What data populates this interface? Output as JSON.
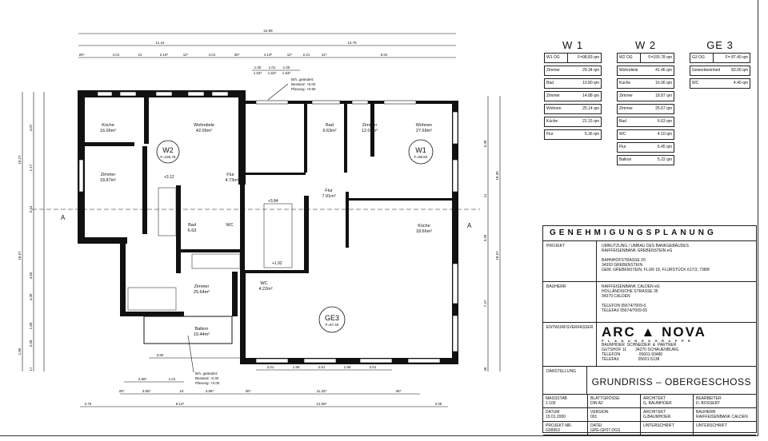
{
  "tables": {
    "w1": {
      "title": "W 1",
      "header": {
        "label": "W1 OG",
        "value": "F=98,83 qm"
      },
      "rows": [
        {
          "label": "Zimmer",
          "value": "29.34 qm"
        },
        {
          "label": "Bad",
          "value": "10.80 qm"
        },
        {
          "label": "Zimmer",
          "value": "14.88 qm"
        },
        {
          "label": "Wohnen",
          "value": "25.14 qm"
        },
        {
          "label": "Küche",
          "value": "21.15 qm"
        },
        {
          "label": "Flur",
          "value": "6.36 qm"
        }
      ]
    },
    "w2": {
      "title": "W 2",
      "header": {
        "label": "W2 OG",
        "value": "F=155.78 qm"
      },
      "rows": [
        {
          "label": "Wohndiele",
          "value": "41.46 qm"
        },
        {
          "label": "Küche",
          "value": "16.06 qm"
        },
        {
          "label": "Zimmer",
          "value": "18.87 qm"
        },
        {
          "label": "Zimmer",
          "value": "25.67 qm"
        },
        {
          "label": "Bad",
          "value": "6.63 qm"
        },
        {
          "label": "WC",
          "value": "4.10 qm"
        },
        {
          "label": "Flur",
          "value": "6.45 qm"
        },
        {
          "label": "Balkon",
          "value": "5.22 qm"
        }
      ]
    },
    "ge3": {
      "title": "GE 3",
      "header": {
        "label": "G3 OG",
        "value": "F= 87.40 qm"
      },
      "rows": [
        {
          "label": "Gewerbeeinheit",
          "value": "83.00 qm"
        },
        {
          "label": "WC",
          "value": "4.40 qm"
        }
      ]
    }
  },
  "title_block": {
    "heading": "GENEHMIGUNGSPLANUNG",
    "projekt_label": "PROJEKT",
    "projekt": [
      "UMNUTZUNG / UMBAU DES BANKGEBÄUDES",
      "RAIFFEISENBANK GREBENSTEIN eG",
      "",
      "BAHNHOFSTRASSE 20",
      "34393 GREBENSTEIN",
      "GEM. GREBENSTEIN, FLUR 18, FLURSTÜCK 617/3, 738/8"
    ],
    "bauherr_label": "BAUHERR",
    "bauherr": [
      "RAIFFEISENBANK CALDEN eG",
      "HOLLÄNDISCHE STRASSE 35",
      "34379 CALDEN",
      "",
      "TELEFON 05674/7009-0",
      "TELEFAX 05674/7009-55"
    ],
    "entwurf_label": "ENTWURFSVERFASSER",
    "logo": "ARC ▲ NOVA",
    "logo_sub": "PLANUNGSGRUPPE",
    "entwurf": [
      "BAUMHOER  SCHNEIDER  &  PARTNER",
      "GUTSHOF 11        34270 SCHAUENBURG",
      "TELEFON                 05601-93480",
      "TELEFAX                 05601-5138"
    ],
    "darstellung_label": "DARSTELLUNG",
    "darstellung": "GRUNDRISS  –  OBERGESCHOSS",
    "grid": [
      [
        "MASSSTAB",
        "1:100"
      ],
      [
        "BLATTGRÖSSE",
        "DIN A2"
      ],
      [
        "ARCHITEKT",
        "G. BAUMHOER"
      ],
      [
        "BEARBEITER",
        "D. BOSSERT"
      ],
      [
        "DATUM",
        "15.01.2000"
      ],
      [
        "VERSION",
        "001"
      ],
      [
        "ARCHITEKT",
        "G.BAUMHOER"
      ],
      [
        "BAUHERR",
        "RAIFFEISENBANK CALDEN"
      ],
      [
        "PROJEKT-NR.",
        "G99953"
      ],
      [
        "DATEI",
        "GPE-GP07.DGS"
      ],
      [
        "UNTERSCHRIFT",
        ""
      ],
      [
        "UNTERSCHRIFT",
        ""
      ]
    ]
  },
  "plan": {
    "rooms": [
      {
        "name": "Küche",
        "area": "16.06m²"
      },
      {
        "name": "Wohndiele",
        "area": "42.06m²"
      },
      {
        "name": "Zimmer",
        "area": "18.87m²"
      },
      {
        "name": "Flur",
        "area": "4.73m²"
      },
      {
        "name": "Bad",
        "area": "6.63"
      },
      {
        "name": "WC",
        "area": ""
      },
      {
        "name": "Bad",
        "area": "6.63m²"
      },
      {
        "name": "Zimmer",
        "area": "12.03m²"
      },
      {
        "name": "Wohnen",
        "area": "27.69m²"
      },
      {
        "name": "Flur",
        "area": "7.91m²"
      },
      {
        "name": "Küche",
        "area": "18.66m²"
      },
      {
        "name": "Zimmer",
        "area": "25.64m²"
      },
      {
        "name": "WC",
        "area": "4.22m²"
      },
      {
        "name": "Balkon",
        "area": "10.44m²"
      }
    ],
    "units": [
      {
        "name": "W2",
        "area": "F=155.78"
      },
      {
        "name": "W1",
        "area": "F=98.83"
      },
      {
        "name": "GE3",
        "area": "F=87.40"
      }
    ],
    "levels": [
      "+3.12",
      "+3.84",
      "+1.92"
    ],
    "notes": [
      [
        "Brh. geändert:",
        "Bestand: +0.00",
        "Planung: +0.90"
      ],
      [
        "Brh. geändert:",
        "Bestand: -0.30",
        "Planung: +0.00"
      ]
    ],
    "section_marker": "A",
    "dims_top": [
      "24.99",
      "11.24",
      "13.75",
      "26⁵",
      "4.01",
      "21",
      "2.16⁵",
      "11⁵",
      "4.01",
      "36⁵",
      "4.13⁵",
      "11⁵",
      "2.21",
      "11⁵",
      "6.81",
      "1.00",
      "1.01",
      "1.00",
      "1.63⁵",
      "1.63⁵",
      "1.63⁵"
    ],
    "dims_bottom": [
      "3.80",
      "2.89⁵",
      "1.01",
      "2.01",
      "1.99",
      "2.01",
      "1.99",
      "2.01",
      "26⁵",
      "3.55⁵",
      "24",
      "3.86⁵",
      "36⁵",
      "11.32⁵",
      "36⁵",
      "2.75",
      "8.12⁵",
      "12.06⁵",
      "2.05"
    ],
    "dims_left": [
      "10.27",
      "4.07",
      "1.17",
      "3.44",
      "18.57",
      "4.65",
      "4.30",
      "1.80",
      "3.38",
      "1.85",
      "17"
    ],
    "dims_right": [
      "6.30",
      "18.30",
      "18.57",
      "11",
      "3.26",
      "7.47",
      "36"
    ]
  }
}
